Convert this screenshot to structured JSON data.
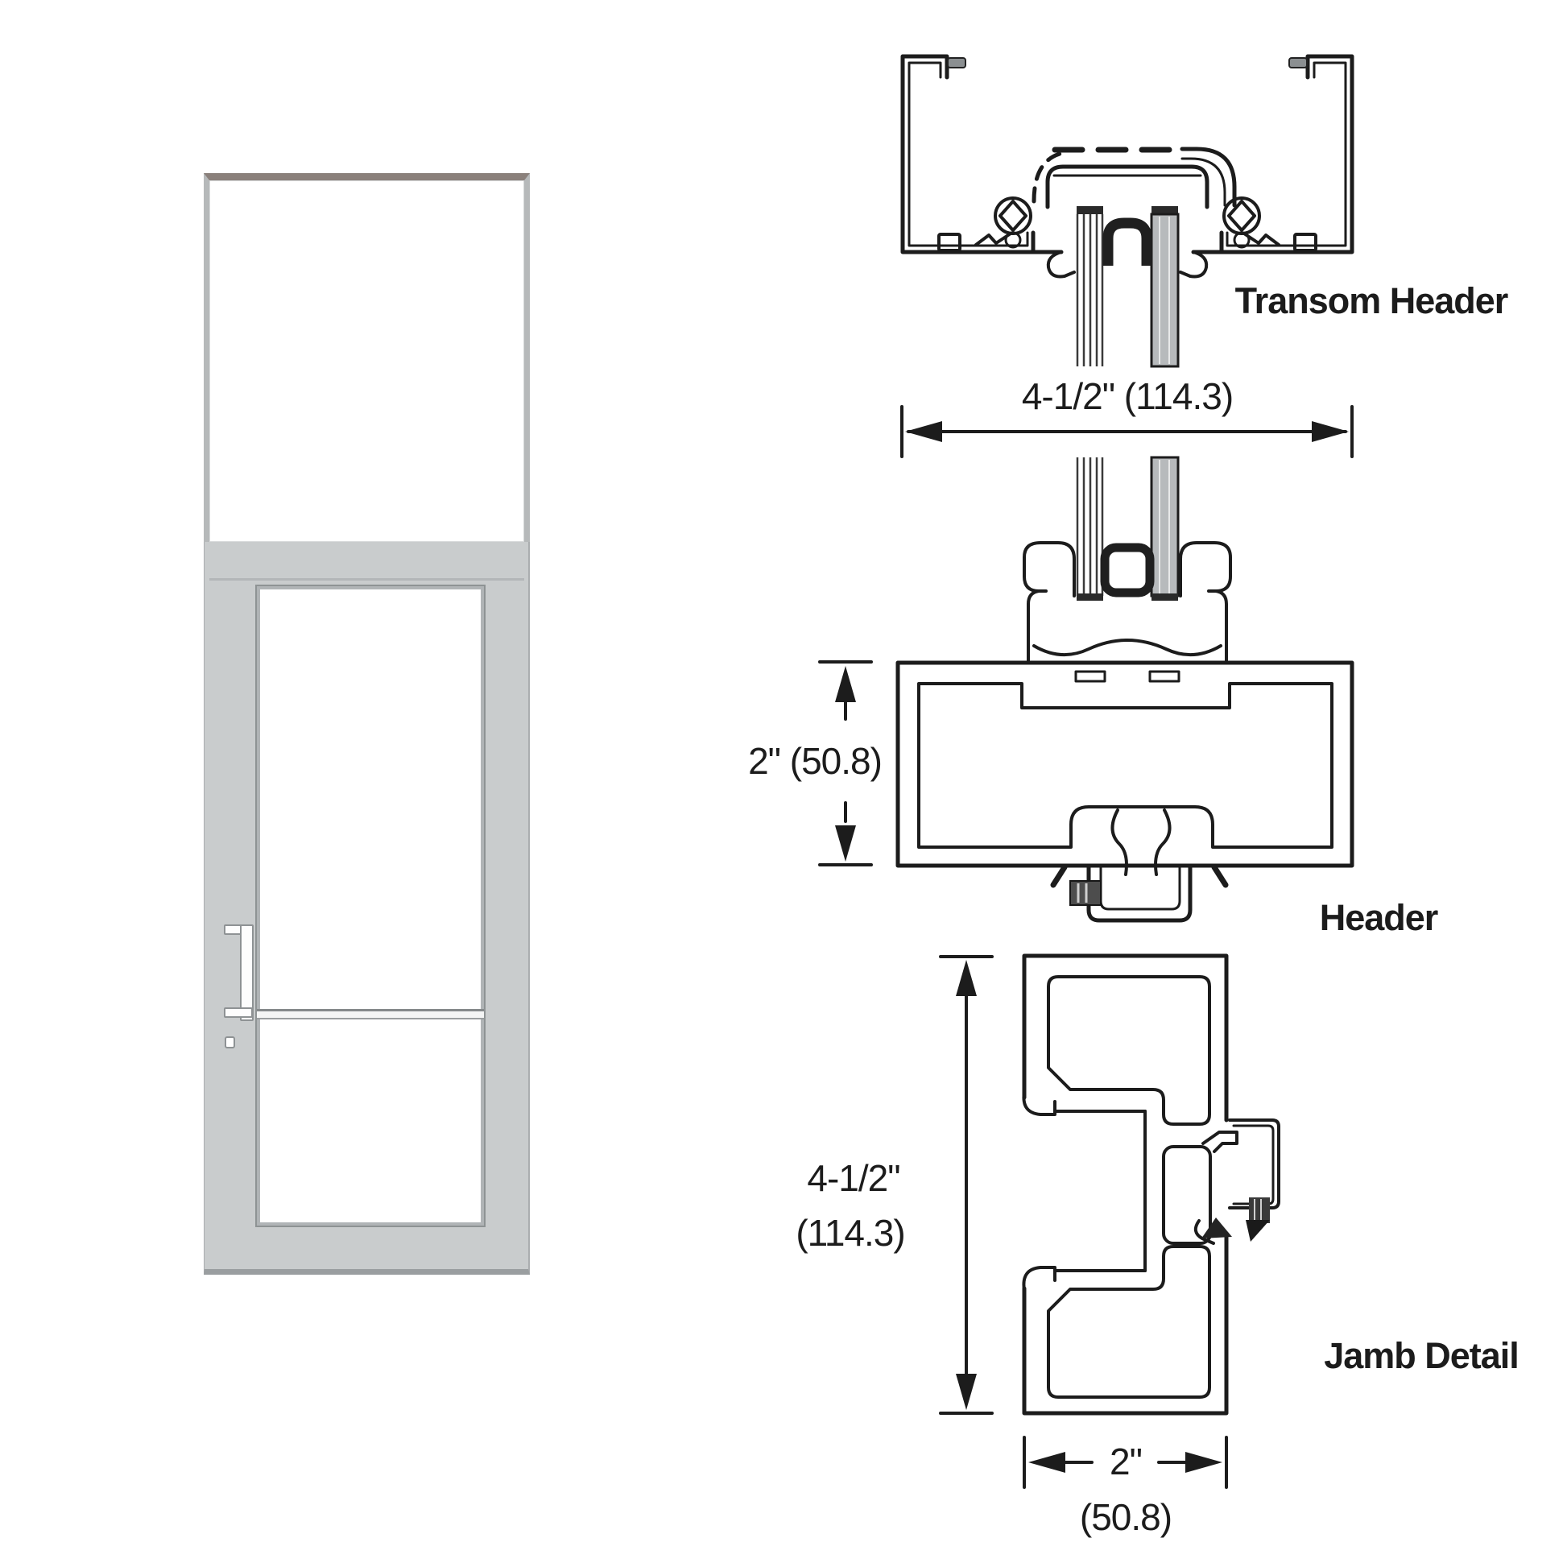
{
  "figure": {
    "description": "Aluminum storefront single door with transom, with cross-section details",
    "background": "#ffffff"
  },
  "details": {
    "transom_header_label": "Transom Header",
    "header_label": "Header",
    "jamb_detail_label": "Jamb Detail"
  },
  "dimensions": {
    "overall_depth": "4-1/2\" (114.3)",
    "face_width": "2\" (50.8)",
    "jamb_depth_imperial": "4-1/2\"",
    "jamb_depth_metric": "(114.3)",
    "jamb_face_imperial": "2\"",
    "jamb_face_metric": "(50.8)"
  },
  "colors": {
    "line": "#1c1c1c",
    "door_frame_gray": "#c9cccd",
    "door_frame_edge": "#9a9ea0",
    "door_top_edge": "#8a807b",
    "glass_pane_gray": "#b7babc",
    "glass_white": "#ffffff"
  }
}
